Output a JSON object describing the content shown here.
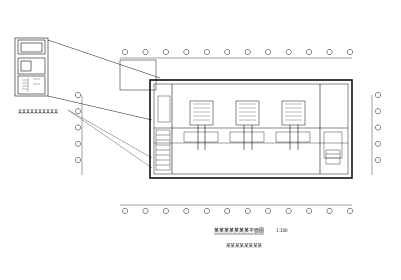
{
  "drawing": {
    "title": "某某某某某某某平面图",
    "scale": "1:100",
    "note": "某某某某某某某某",
    "detail_callout": "某某某某某某某某某某",
    "colors": {
      "paper": "#ffffff",
      "line": "#111111",
      "fine": "#333333"
    },
    "columns": 12,
    "rows": 5
  }
}
